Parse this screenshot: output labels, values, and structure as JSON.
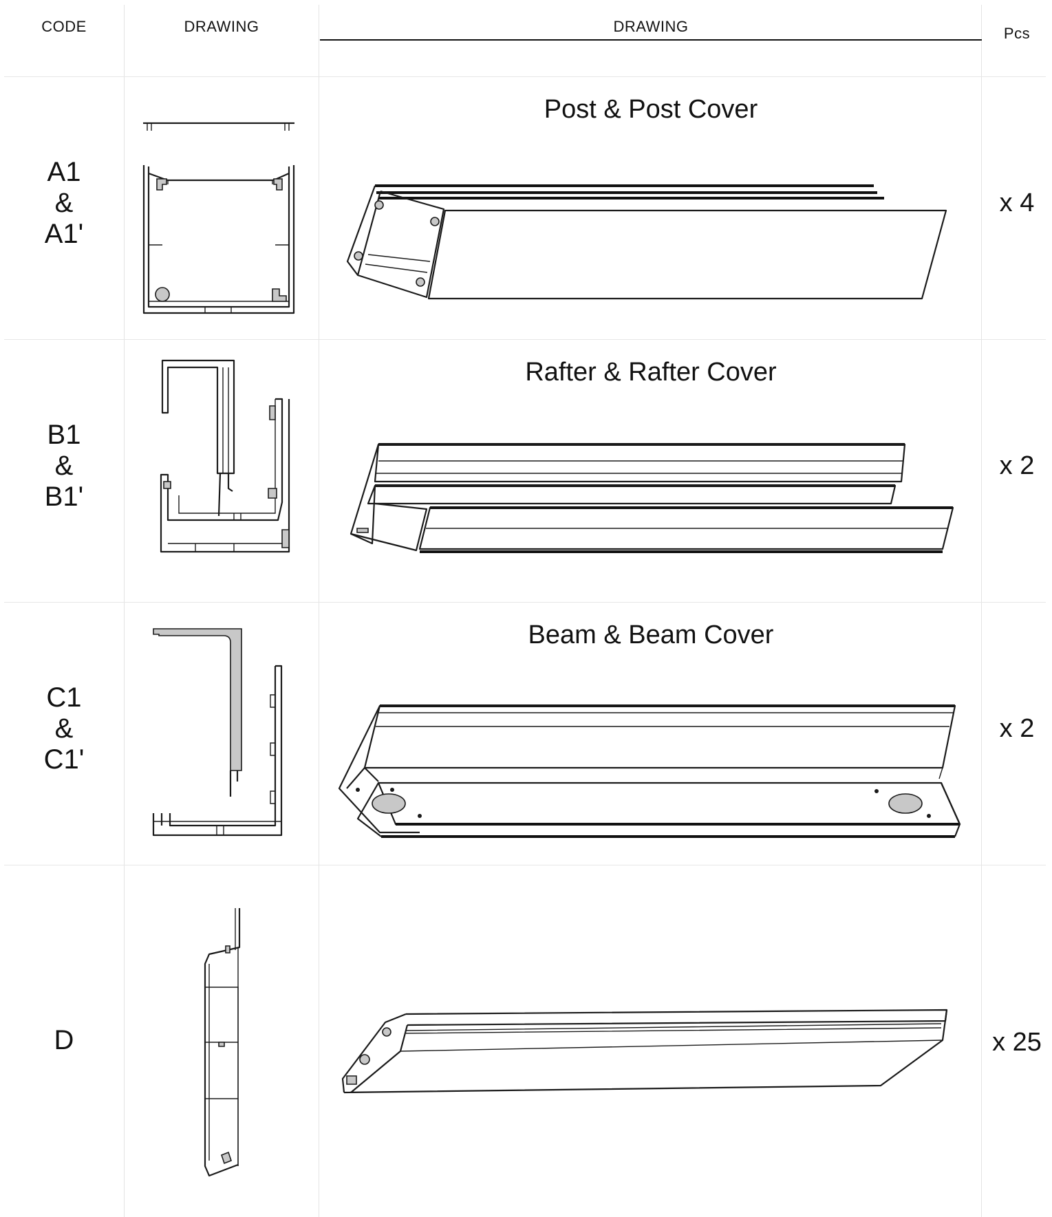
{
  "header": {
    "code": "CODE",
    "drawing_profile": "DRAWING",
    "drawing_iso": "DRAWING",
    "pcs": "Pcs"
  },
  "rows": [
    {
      "code_lines": [
        "A1",
        "&",
        "A1'"
      ],
      "title": "Post & Post Cover",
      "pcs": "x 4",
      "profile_icon": "post-profile-icon",
      "iso_icon": "post-isometric-icon"
    },
    {
      "code_lines": [
        "B1",
        "&",
        "B1'"
      ],
      "title": "Rafter & Rafter Cover",
      "pcs": "x 2",
      "profile_icon": "rafter-profile-icon",
      "iso_icon": "rafter-isometric-icon"
    },
    {
      "code_lines": [
        "C1",
        "&",
        "C1'"
      ],
      "title": "Beam & Beam Cover",
      "pcs": "x 2",
      "profile_icon": "beam-profile-icon",
      "iso_icon": "beam-isometric-icon"
    },
    {
      "code_lines": [
        "D"
      ],
      "title": "",
      "pcs": "x 25",
      "profile_icon": "slat-profile-icon",
      "iso_icon": "slat-isometric-icon"
    }
  ]
}
